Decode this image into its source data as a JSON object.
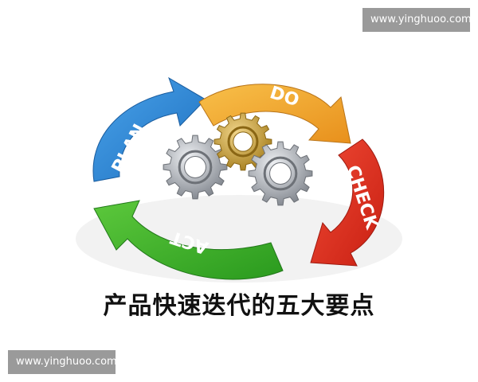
{
  "watermark_top": "www.yinghuoo.com",
  "watermark_bottom": "www.yinghuoo.com",
  "cycle": {
    "plan": "PLAN",
    "do": "DO",
    "check": "CHECK",
    "act": "ACT"
  },
  "caption": "产品快速迭代的五大要点",
  "colors": {
    "plan": "#2f86d4",
    "do": "#f3a92a",
    "check": "#dd2c1e",
    "act": "#3caa2a",
    "gear_gold": "#c8a033",
    "gear_silver": "#b9bcc2"
  }
}
